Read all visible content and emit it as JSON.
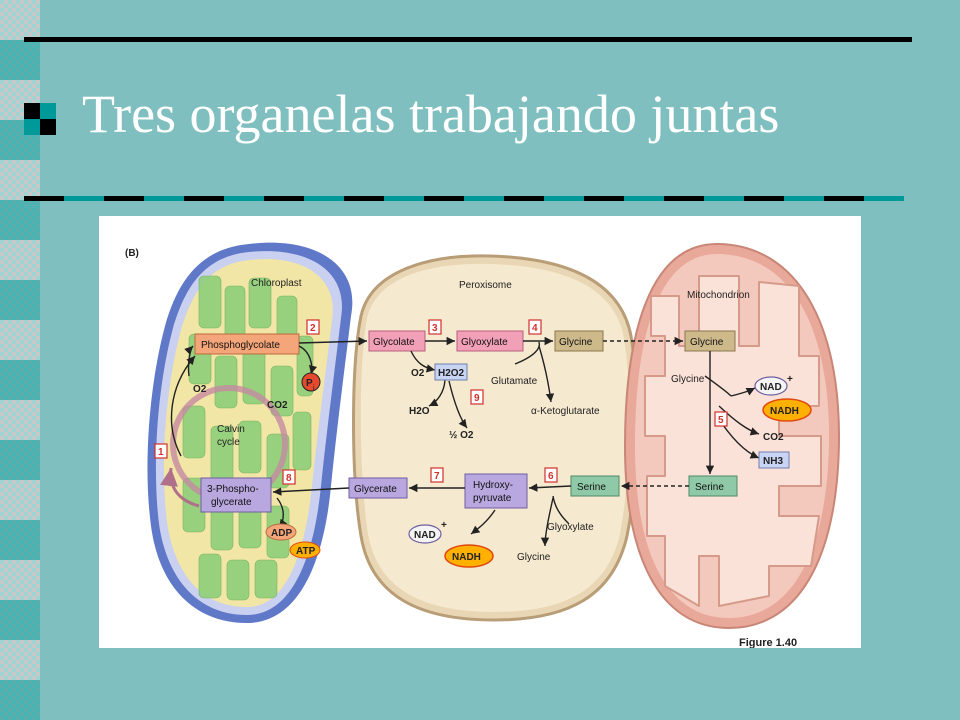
{
  "slide": {
    "title": "Tres organelas trabajando juntas"
  },
  "figure": {
    "panel_label": "(B)",
    "caption": "Figure 1.40",
    "organelles": {
      "chloroplast": "Chloroplast",
      "peroxisome": "Peroxisome",
      "mitochondrion": "Mitochondrion"
    },
    "metabolites": {
      "phosphoglycolate": "Phosphoglycolate",
      "glycolate": "Glycolate",
      "glyoxylate": "Glyoxylate",
      "glycine_perox": "Glycine",
      "glycine_mito": "Glycine",
      "glycine_mito_free": "Glycine",
      "serine_mito": "Serine",
      "serine_perox": "Serine",
      "hydroxypyruvate_1": "Hydroxy-",
      "hydroxypyruvate_2": "pyruvate",
      "glycerate": "Glycerate",
      "pga_1": "3-Phospho-",
      "pga_2": "glycerate",
      "calvin_1": "Calvin",
      "calvin_2": "cycle",
      "o2_chloro": "O2",
      "co2_chloro": "CO2",
      "pi": "P",
      "pi_sub": "i",
      "o2_perox": "O2",
      "h2o2": "H2O2",
      "h2o": "H2O",
      "half_o2": "½ O2",
      "glutamate": "Glutamate",
      "aketoglutarate": "α-Ketoglutarate",
      "glyoxylate_2": "Glyoxylate",
      "glycine_bottom": "Glycine",
      "nad_mito": "NAD",
      "nadh_mito": "NADH",
      "co2_mito": "CO2",
      "nh3": "NH3",
      "nad_perox": "NAD",
      "nadh_perox": "NADH",
      "adp": "ADP",
      "atp": "ATP",
      "plus": "+"
    },
    "steps": [
      "1",
      "2",
      "3",
      "4",
      "5",
      "6",
      "7",
      "8",
      "9"
    ],
    "colors": {
      "chloroplast_fill": "#f2e6a6",
      "thylakoid": "#8fcf7a",
      "envelope_blue": "#5f78c8",
      "peroxisome_fill": "#f5e9cf",
      "mitochondrion_fill": "#f4c9bd",
      "box_orange": "#f4a67a",
      "box_pink": "#f2a0b8",
      "box_purple": "#b9a7df",
      "box_tan": "#ceb98b",
      "box_green": "#8fc9a8",
      "step_red": "#d0302c",
      "nadh_yellow": "#ffb000"
    }
  }
}
